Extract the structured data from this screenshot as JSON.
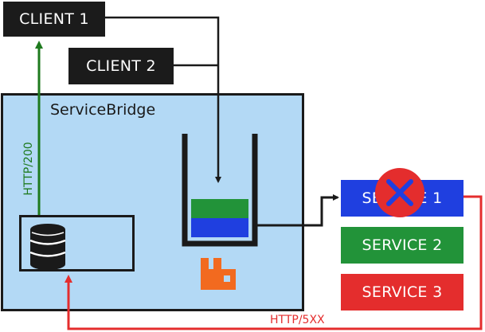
{
  "clients": [
    {
      "label": "CLIENT 1"
    },
    {
      "label": "CLIENT 2"
    }
  ],
  "bridge": {
    "title": "ServiceBridge"
  },
  "services": [
    {
      "label": "SERVICE 1",
      "color": "#1f3fe0",
      "status": "failed"
    },
    {
      "label": "SERVICE 2",
      "color": "#229339"
    },
    {
      "label": "SERVICE 3",
      "color": "#e42d2d"
    }
  ],
  "edges": {
    "success_label": "HTTP/200",
    "error_label": "HTTP/5XX"
  },
  "colors": {
    "client_bg": "#1b1b1b",
    "bridge_bg": "#b3d9f5",
    "success": "#1e7a1e",
    "error": "#e42d2d",
    "queue_green": "#229339",
    "queue_blue": "#1f3fe0",
    "rabbit_orange": "#f26a1f"
  },
  "icons": [
    "database-icon",
    "queue-icon",
    "rabbitmq-icon",
    "failure-x-icon"
  ]
}
